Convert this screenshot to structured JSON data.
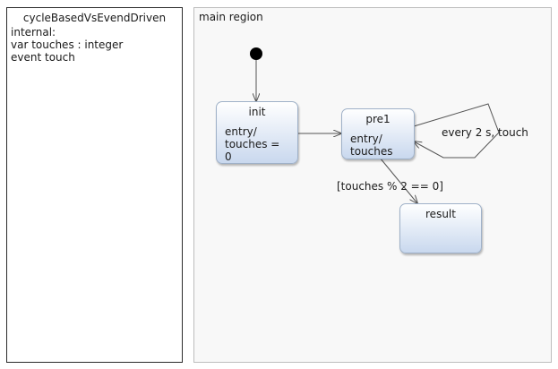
{
  "definition": {
    "title": "cycleBasedVsEvendDriven",
    "lines": [
      "internal:",
      "var touches : integer",
      "event touch"
    ]
  },
  "region": {
    "title": "main region"
  },
  "states": {
    "init": {
      "name": "init",
      "body": "entry/\ntouches =\n0"
    },
    "pre1": {
      "name": "pre1",
      "body": "entry/\ntouches"
    },
    "result": {
      "name": "result",
      "body": ""
    }
  },
  "transitions": {
    "self_loop_label": "every 2 s, touch",
    "guard_label": "[touches % 2 == 0]"
  },
  "colors": {
    "state_border": "#9fb1c8",
    "state_fill_top": "#ffffff",
    "state_fill_bottom": "#c9d8ee",
    "edge": "#555555"
  }
}
